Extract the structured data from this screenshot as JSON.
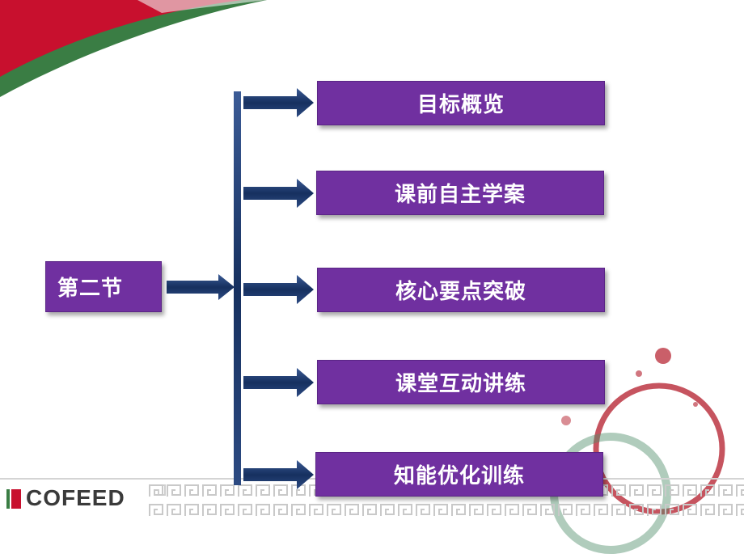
{
  "section_label": "第二节",
  "items": [
    {
      "label": "目标概览"
    },
    {
      "label": "课前自主学案"
    },
    {
      "label": "核心要点突破"
    },
    {
      "label": "课堂互动讲练"
    },
    {
      "label": "知能优化训练"
    }
  ],
  "logo": {
    "text": "COFEED"
  },
  "colors": {
    "box": "#7030a0",
    "arrow": "#1f3a6e",
    "accent_red": "#c8102e",
    "accent_green": "#3a7d44"
  }
}
